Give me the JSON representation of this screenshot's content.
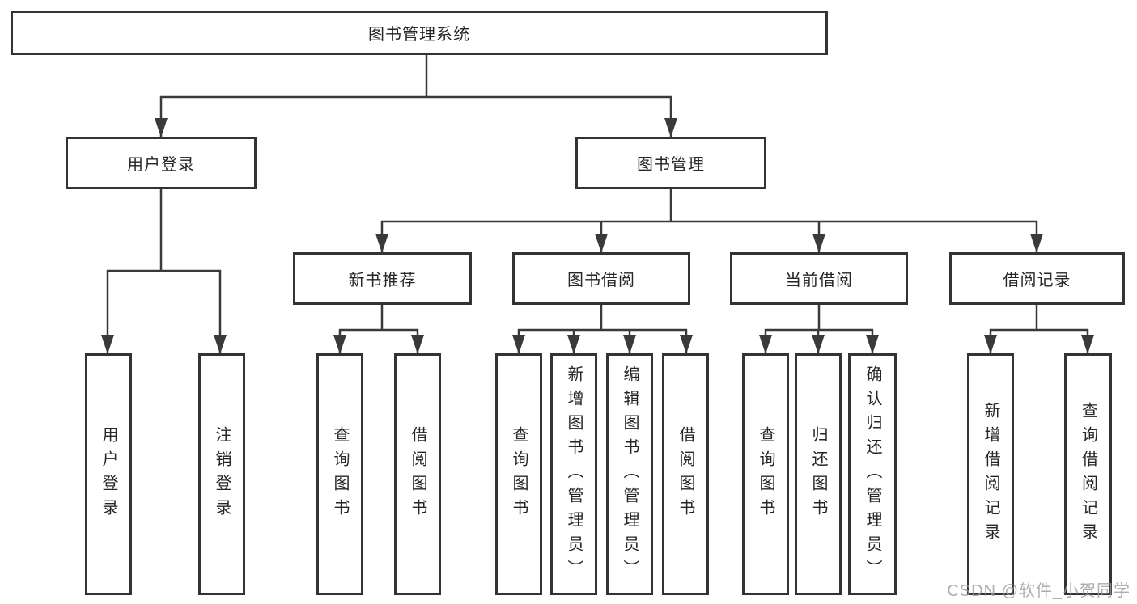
{
  "diagram_type": "feature-tree",
  "tree": {
    "label": "图书管理系统",
    "children": [
      {
        "label": "用户登录",
        "children": [
          {
            "label": "用户登录"
          },
          {
            "label": "注销登录"
          }
        ]
      },
      {
        "label": "图书管理",
        "children": [
          {
            "label": "新书推荐",
            "children": [
              {
                "label": "查询图书"
              },
              {
                "label": "借阅图书"
              }
            ]
          },
          {
            "label": "图书借阅",
            "children": [
              {
                "label": "查询图书"
              },
              {
                "label": "新增图书（管理员）"
              },
              {
                "label": "编辑图书（管理员）"
              },
              {
                "label": "借阅图书"
              }
            ]
          },
          {
            "label": "当前借阅",
            "children": [
              {
                "label": "查询图书"
              },
              {
                "label": "归还图书"
              },
              {
                "label": "确认归还（管理员）"
              }
            ]
          },
          {
            "label": "借阅记录",
            "children": [
              {
                "label": "新增借阅记录"
              },
              {
                "label": "查询借阅记录"
              }
            ]
          }
        ]
      }
    ]
  },
  "watermark": {
    "text": "CSDN @软件_小贺同学"
  },
  "colors": {
    "line": "#3a3a3a",
    "box_border": "#333333",
    "text": "#262626",
    "watermark": "#989898",
    "background": "#ffffff"
  }
}
